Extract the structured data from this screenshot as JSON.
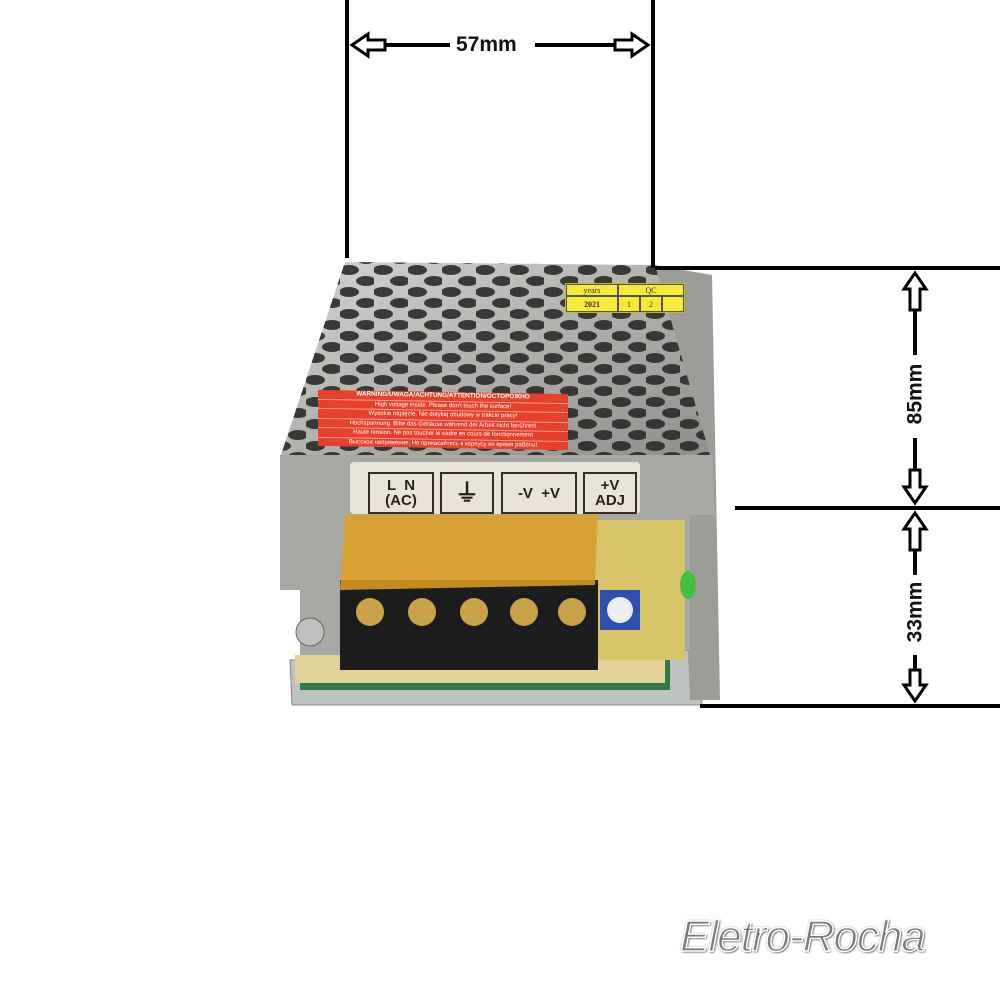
{
  "dimensions": {
    "width": "57mm",
    "length": "85mm",
    "height": "33mm"
  },
  "warning_label": {
    "title": "WARNING/UWAGA/ACHTUNG/ATTENTION/OCTOPOЖHO",
    "lines": [
      "High voltage inside. Please don't touch the surface!",
      "Wysokie napięcie. Nie dotykaj obudowy w trakcie pracy!",
      "Hochspannung. Bitte das Gehäuse während der Arbeit nicht berühren!",
      "Haute tension. Ne pas toucher le cadre en cours de fonctionnement",
      "Высокое напряжение. Не прикасайтесь к корпусу во время работы!"
    ]
  },
  "qc_label": {
    "years_header": "years",
    "qc_header": "QC",
    "year": "2021",
    "cells": [
      "1",
      "2"
    ]
  },
  "terminal_labels": {
    "ln_top": "L  N",
    "ln_bottom": "(AC)",
    "ground": "⏚",
    "dc": "-V  +V",
    "adj_top": "+V",
    "adj_bottom": "ADJ"
  },
  "watermark": "Eletro-Rocha",
  "colors": {
    "case": "#b9b9b6",
    "warning": "#e8402c",
    "qc": "#f5ea3a",
    "terminal_cover": "#e0a020"
  }
}
